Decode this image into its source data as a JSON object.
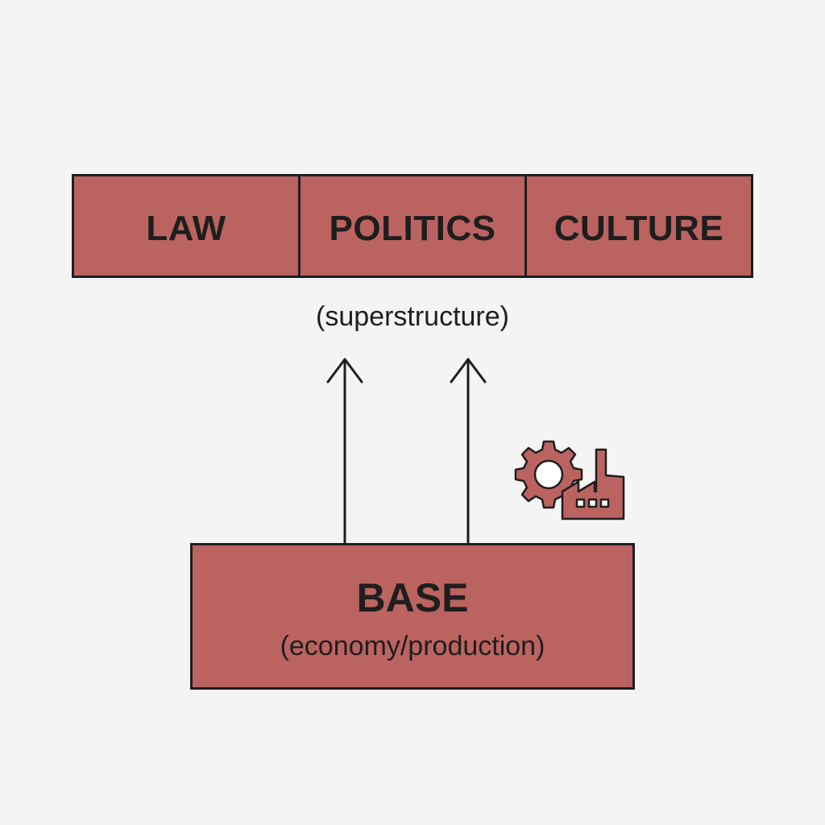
{
  "superstructure": {
    "cells": [
      "LAW",
      "POLITICS",
      "CULTURE"
    ],
    "caption": "(superstructure)"
  },
  "base": {
    "title": "BASE",
    "subtitle": "(economy/production)"
  },
  "icons": {
    "industry": "gear-and-factory-icon"
  },
  "colors": {
    "box_fill": "#bb6360",
    "stroke": "#1e1e1e",
    "background": "#f4f4f4"
  }
}
